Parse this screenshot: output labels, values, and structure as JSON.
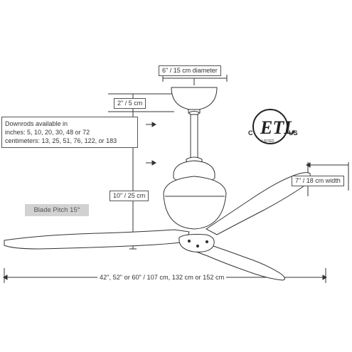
{
  "labels": {
    "diameter": "6\" / 15 cm diameter",
    "canopy_height": "2\" / 5 cm",
    "overall_height": "10\" / 25 cm",
    "blade_width": "7\" / 18 cm width",
    "span": "42\", 52\" or 60\" / 107 cm, 132  cm or 152 cm"
  },
  "downrods": {
    "title": "Downrods available in",
    "inches": "inches: 5, 10, 20, 30, 48 or 72",
    "centimeters": "centimeters: 13, 25, 51, 76, 122, or 183"
  },
  "blade_pitch": "Blade Pitch 15°",
  "certification": {
    "mark": "ETL",
    "left": "C",
    "right": "US",
    "sub": "LISTED"
  },
  "colors": {
    "line": "#333333",
    "fan_fill": "#ffffff",
    "pitch_bg": "#d2d2d2"
  }
}
